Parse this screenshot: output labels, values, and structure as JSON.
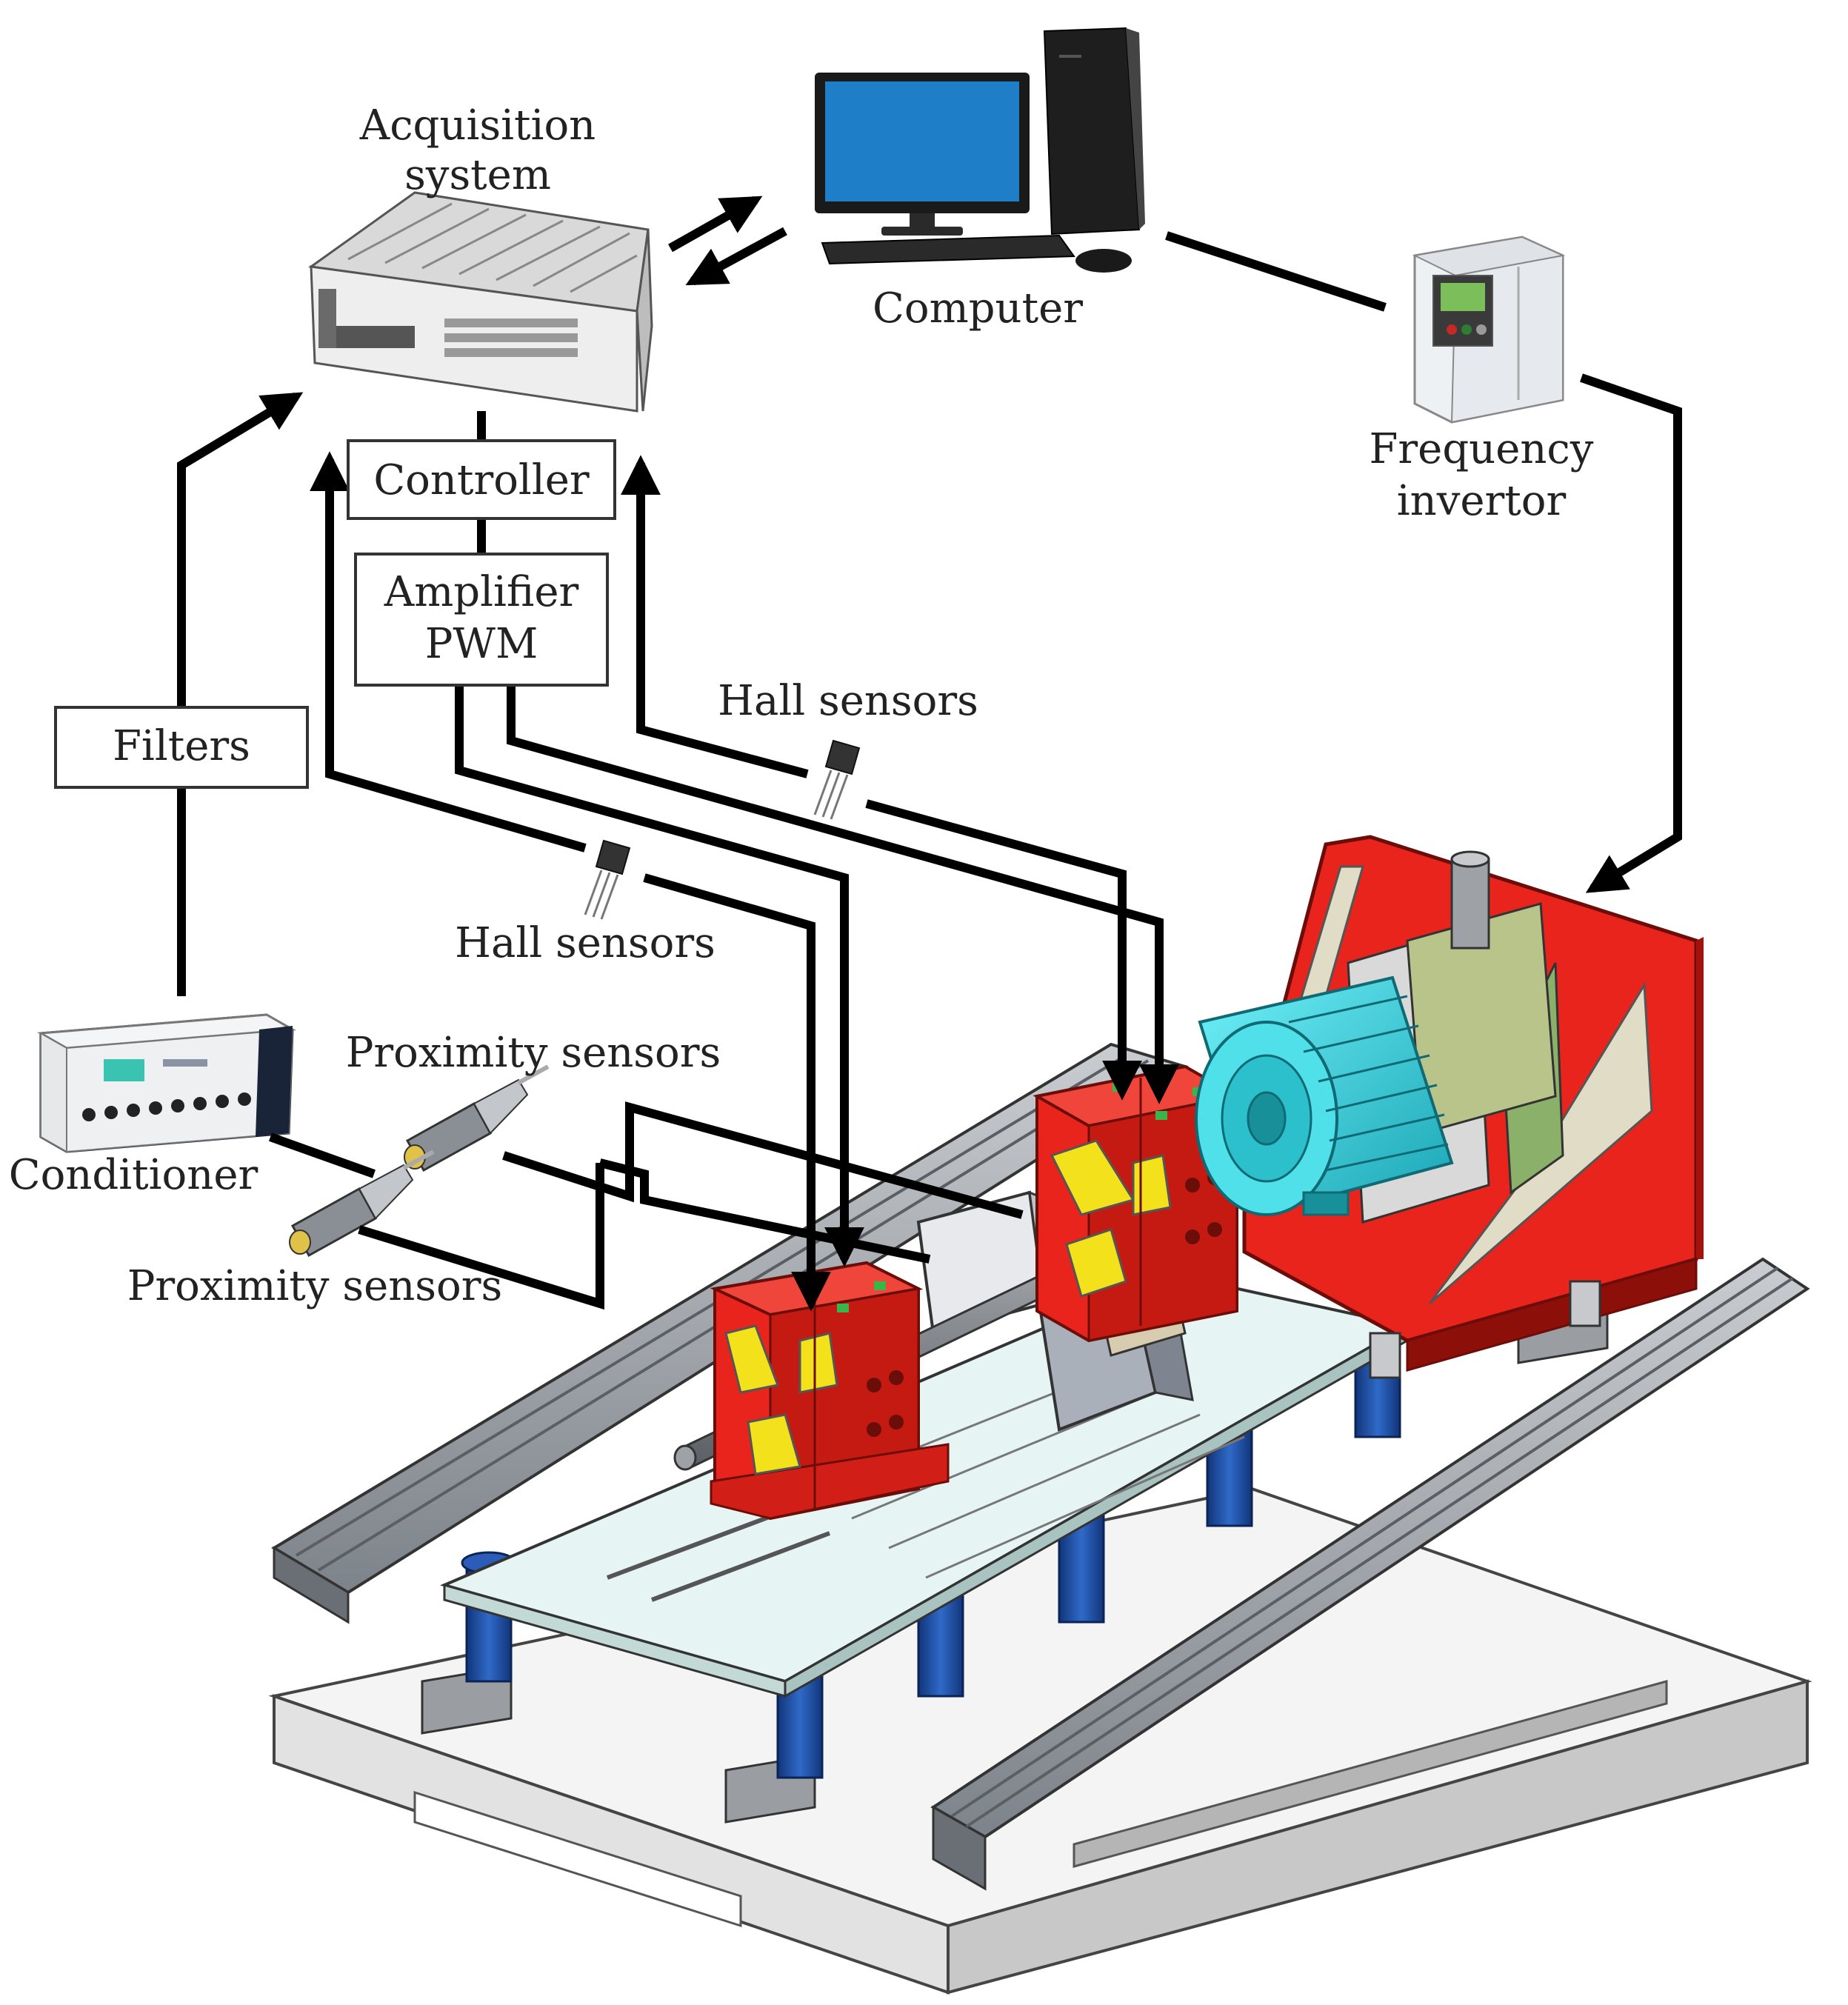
{
  "labels": {
    "acquisition_line1": "Acquisition",
    "acquisition_line2": "system",
    "computer": "Computer",
    "frequency_line1": "Frequency",
    "frequency_line2": "invertor",
    "controller": "Controller",
    "amplifier_line1": "Amplifier",
    "amplifier_line2": "PWM",
    "filters": "Filters",
    "hall_sensors_top": "Hall sensors",
    "hall_sensors_mid": "Hall sensors",
    "proximity_sensors_top": "Proximity sensors",
    "proximity_sensors_bottom": "Proximity sensors",
    "conditioner": "Conditioner"
  },
  "colors": {
    "wire": "#000000",
    "rotor_housing": "#e8241c",
    "motor": "#3fd0dc",
    "base_plate": "#e6f5f3",
    "rail": "#9aa0a6",
    "damper": "#1f4fa3",
    "frame": "#e3e3e3",
    "magnet": "#f3e21b",
    "screen": "#1e7fc8",
    "stand": "#d8ccb0"
  },
  "icons": [
    "computer-icon",
    "acquisition-system-icon",
    "frequency-inverter-icon",
    "conditioner-icon",
    "hall-sensor-icon",
    "proximity-sensor-icon",
    "test-rig-illustration"
  ]
}
